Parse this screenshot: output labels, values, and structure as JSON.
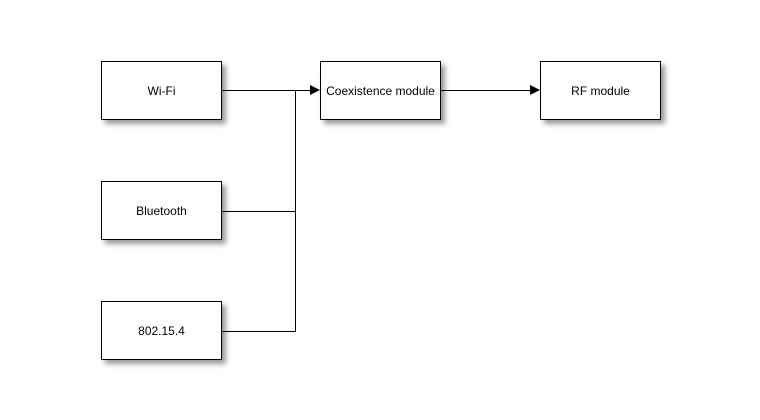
{
  "diagram": {
    "background_color": "#ffffff",
    "block_fill_color": "#ffffff",
    "block_border_color": "#000000",
    "line_color": "#000000",
    "text_color": "#000000",
    "nodes": [
      {
        "id": "wifi",
        "label": "Wi-Fi"
      },
      {
        "id": "bluetooth",
        "label": "Bluetooth"
      },
      {
        "id": "zigbee",
        "label": "802.15.4"
      },
      {
        "id": "coexistence",
        "label": "Coexistence module"
      },
      {
        "id": "rf",
        "label": "RF module"
      }
    ],
    "connections": [
      {
        "from": "Wi-Fi",
        "to": "Coexistence module",
        "arrow": true
      },
      {
        "from": "Bluetooth",
        "to": "Coexistence module",
        "arrow": true
      },
      {
        "from": "802.15.4",
        "to": "Coexistence module",
        "arrow": true
      },
      {
        "from": "Coexistence module",
        "to": "RF module",
        "arrow": true
      }
    ]
  }
}
